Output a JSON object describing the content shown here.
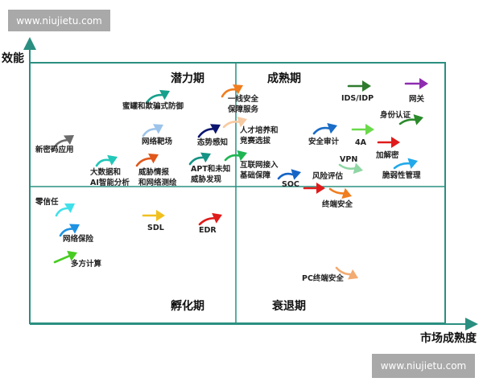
{
  "watermark": "www.niujietu.com",
  "axes": {
    "y_label": "效能",
    "x_label": "市场成熟度"
  },
  "phases": {
    "potential": "潜力期",
    "mature": "成熟期",
    "incubation": "孵化期",
    "decline": "衰退期"
  },
  "items": [
    {
      "label": "新密码应用",
      "color": "#6b6b6b"
    },
    {
      "label": "蜜罐和欺骗式防御",
      "color": "#17a08c"
    },
    {
      "label": "网络靶场",
      "color": "#9cc3ea"
    },
    {
      "label": "态势感知",
      "color": "#0b1570"
    },
    {
      "label": "大数据和\nAI智能分析",
      "color": "#22c7b8"
    },
    {
      "label": "威胁情报\n和网络测绘",
      "color": "#e0581c"
    },
    {
      "label": "APT和未知\n威胁发现",
      "color": "#159384"
    },
    {
      "label": "一线安全\n保障服务",
      "color": "#f07d1e"
    },
    {
      "label": "人才培养和\n竞赛选拔",
      "color": "#f6caa2"
    },
    {
      "label": "互联网接入\n基础保障",
      "color": "#1fb552"
    },
    {
      "label": "IDS/IDP",
      "color": "#2e7a2e"
    },
    {
      "label": "网关",
      "color": "#8e2cb0"
    },
    {
      "label": "身份认证",
      "color": "#2a8a2a"
    },
    {
      "label": "安全审计",
      "color": "#1a6cc6"
    },
    {
      "label": "4A",
      "color": "#6ad94a"
    },
    {
      "label": "加解密",
      "color": "#e01b1b"
    },
    {
      "label": "VPN",
      "color": "#8fd6a4"
    },
    {
      "label": "脆弱性管理",
      "color": "#22a9ea"
    },
    {
      "label": "SOC",
      "color": "#1565c6"
    },
    {
      "label": "风险评估",
      "color": "#e01b1b"
    },
    {
      "label": "终端安全",
      "color": "#f07d1e"
    },
    {
      "label": "零信任",
      "color": "#3fe0ea"
    },
    {
      "label": "网络保险",
      "color": "#1e92e2"
    },
    {
      "label": "多方计算",
      "color": "#48cc22"
    },
    {
      "label": "SDL",
      "color": "#f0c020"
    },
    {
      "label": "EDR",
      "color": "#e01b1b"
    },
    {
      "label": "PC终端安全",
      "color": "#f2ab72"
    }
  ]
}
